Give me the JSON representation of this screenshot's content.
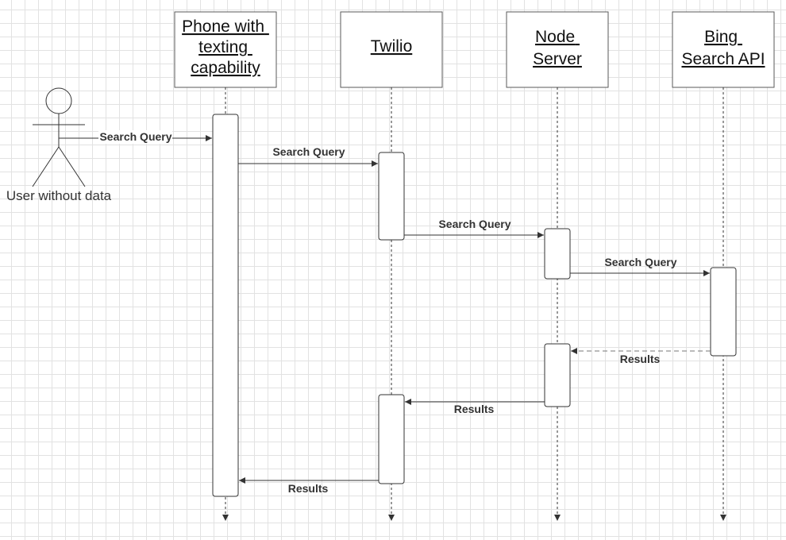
{
  "actor": {
    "name": "User without data"
  },
  "lanes": [
    {
      "id": "phone",
      "title_lines": [
        "Phone with",
        "texting",
        "capability"
      ]
    },
    {
      "id": "twilio",
      "title_lines": [
        "Twilio"
      ]
    },
    {
      "id": "node",
      "title_lines": [
        "Node",
        "Server"
      ]
    },
    {
      "id": "bing",
      "title_lines": [
        "Bing",
        "Search API"
      ]
    }
  ],
  "messages": [
    {
      "from": "actor",
      "to": "phone",
      "label": "Search Query",
      "style": "solid"
    },
    {
      "from": "phone",
      "to": "twilio",
      "label": "Search Query",
      "style": "solid"
    },
    {
      "from": "twilio",
      "to": "node",
      "label": "Search Query",
      "style": "solid"
    },
    {
      "from": "node",
      "to": "bing",
      "label": "Search Query",
      "style": "solid"
    },
    {
      "from": "bing",
      "to": "node",
      "label": "Results",
      "style": "dashed"
    },
    {
      "from": "node",
      "to": "twilio",
      "label": "Results",
      "style": "solid"
    },
    {
      "from": "twilio",
      "to": "phone",
      "label": "Results",
      "style": "solid"
    }
  ]
}
